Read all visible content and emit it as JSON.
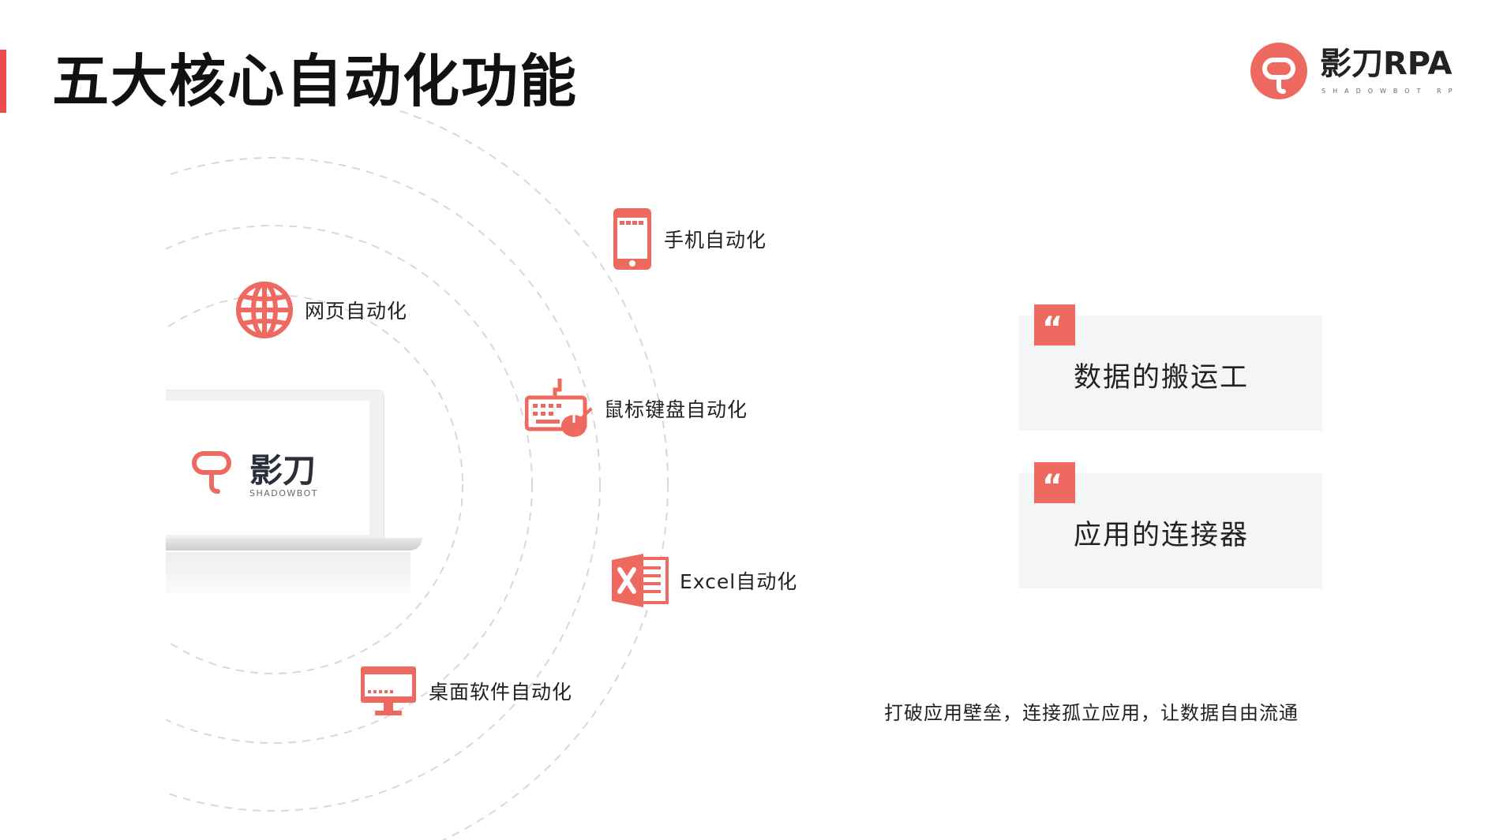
{
  "slide": {
    "title": "五大核心自动化功能",
    "accent_color": "#ee4b4b",
    "icon_color": "#ee6a60"
  },
  "brand": {
    "name": "影刀RPA",
    "tagline": "SHADOWBOT RPA"
  },
  "laptop": {
    "logo_name": "影刀",
    "logo_sub": "SHADOWBOT"
  },
  "features": [
    {
      "label": "手机自动化",
      "icon": "phone-icon"
    },
    {
      "label": "网页自动化",
      "icon": "globe-icon"
    },
    {
      "label": "鼠标键盘自动化",
      "icon": "keyboard-mouse-icon"
    },
    {
      "label": "Excel自动化",
      "icon": "excel-icon"
    },
    {
      "label": "桌面软件自动化",
      "icon": "desktop-icon"
    }
  ],
  "quotes": [
    {
      "text": "数据的搬运工"
    },
    {
      "text": "应用的连接器"
    }
  ],
  "caption": "打破应用壁垒，连接孤立应用，让数据自由流通"
}
